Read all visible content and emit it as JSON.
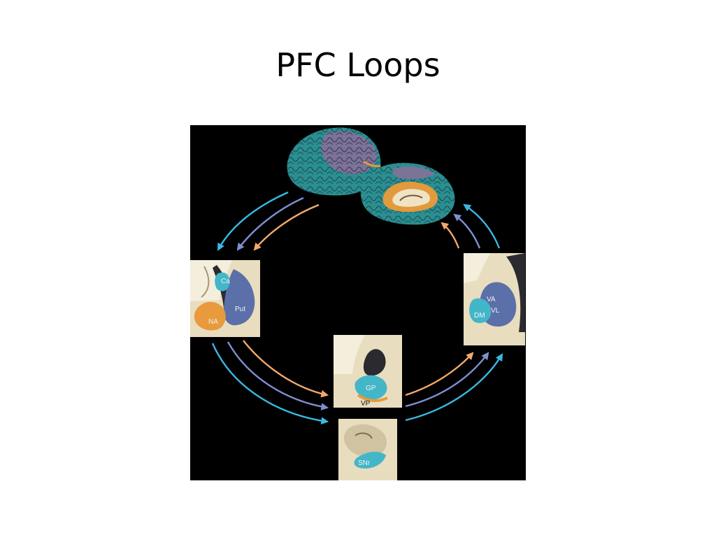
{
  "slide": {
    "title": "PFC Loops"
  },
  "diagram": {
    "labels": {
      "caudate": "Ca",
      "putamen": "Put",
      "nucleus_accumbens": "NA",
      "globus_pallidus": "GP",
      "ventral_pallidum": "VP",
      "substantia_nigra": "SNr",
      "ventral_anterior": "VA",
      "ventral_lateral": "VL",
      "dorsomedial": "DM"
    },
    "colors": {
      "background": "#000000",
      "cyan_loop": "#3ab9e2",
      "blue_loop": "#7f8fcf",
      "orange_loop": "#f1a96d",
      "section_tissue": "#e9ddbf",
      "cyan_region": "#43b6c8",
      "blue_region": "#5b6fa8",
      "orange_region": "#e89a3c"
    }
  }
}
